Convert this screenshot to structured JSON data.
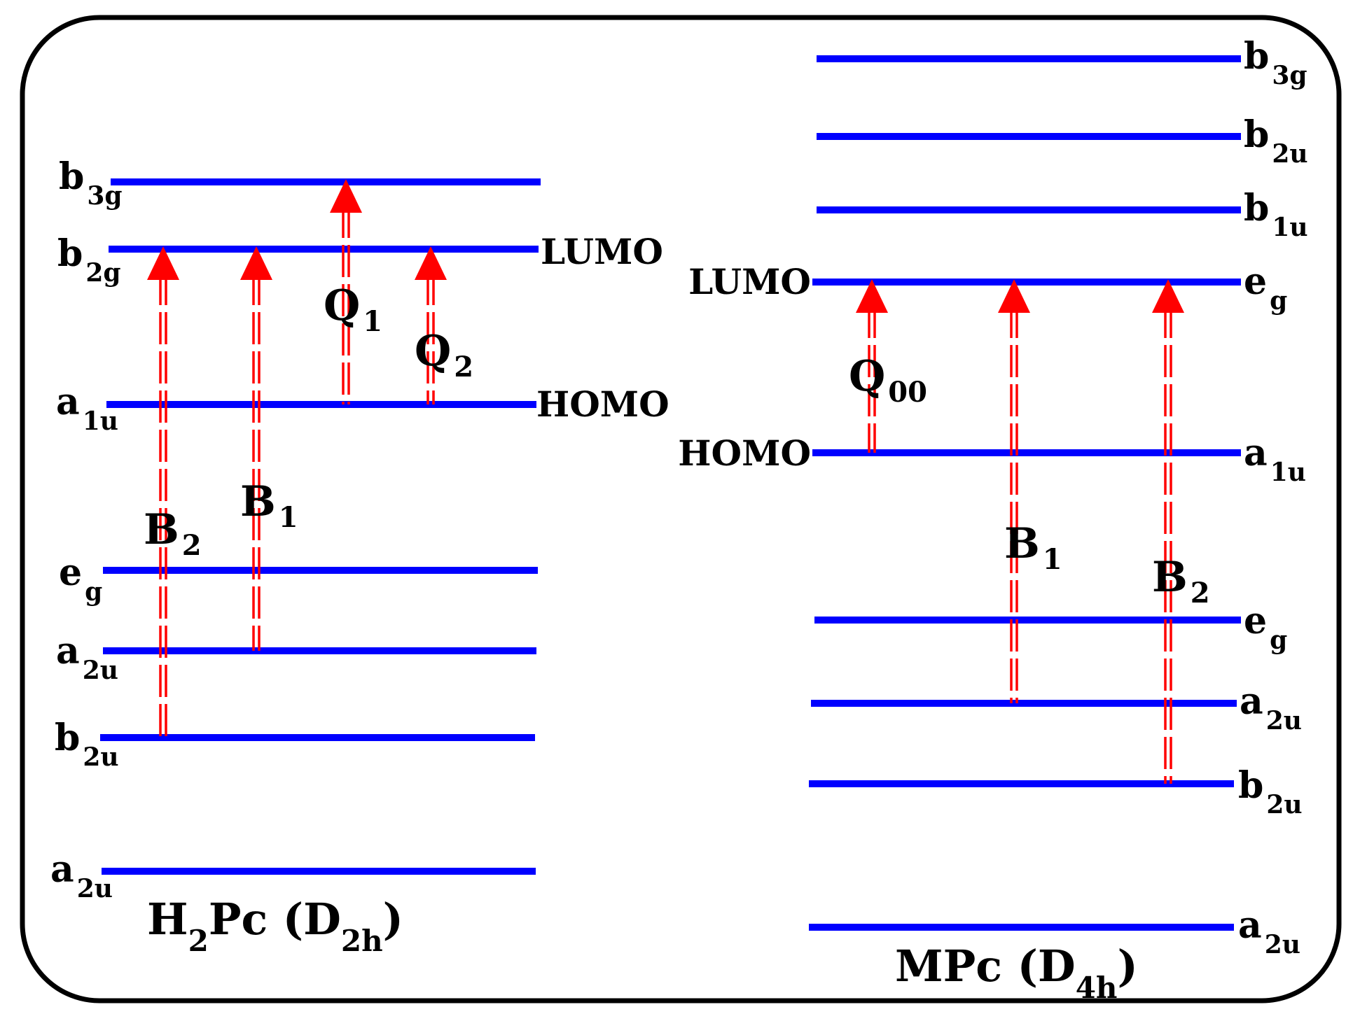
{
  "colors": {
    "level": "#0000ff",
    "arrow": "#ff0000",
    "frame": "#000000"
  },
  "panels": [
    {
      "id": "h2pc",
      "title": {
        "main": "H",
        "sub": "2",
        "rest": "Pc (D",
        "sub2": "2h",
        "end": ")"
      },
      "levels": [
        {
          "main": "b",
          "sub": "3g"
        },
        {
          "main": "b",
          "sub": "2g",
          "tag": "LUMO"
        },
        {
          "main": "a",
          "sub": "1u",
          "tag": "HOMO"
        },
        {
          "main": "e",
          "sub": "g"
        },
        {
          "main": "a",
          "sub": "2u"
        },
        {
          "main": "b",
          "sub": "2u"
        },
        {
          "main": "a",
          "sub": "2u"
        }
      ],
      "transitions": [
        {
          "main": "B",
          "sub": "2"
        },
        {
          "main": "B",
          "sub": "1"
        },
        {
          "main": "Q",
          "sub": "1"
        },
        {
          "main": "Q",
          "sub": "2"
        }
      ]
    },
    {
      "id": "mpc",
      "title": {
        "main": "MPc (D",
        "sub": "4h",
        "end": ")"
      },
      "levels": [
        {
          "main": "b",
          "sub": "3g"
        },
        {
          "main": "b",
          "sub": "2u"
        },
        {
          "main": "b",
          "sub": "1u"
        },
        {
          "main": "e",
          "sub": "g",
          "tag": "LUMO"
        },
        {
          "main": "a",
          "sub": "1u",
          "tag": "HOMO"
        },
        {
          "main": "e",
          "sub": "g"
        },
        {
          "main": "a",
          "sub": "2u"
        },
        {
          "main": "b",
          "sub": "2u"
        },
        {
          "main": "a",
          "sub": "2u"
        }
      ],
      "transitions": [
        {
          "main": "Q",
          "sub": "00"
        },
        {
          "main": "B",
          "sub": "1"
        },
        {
          "main": "B",
          "sub": "2"
        }
      ]
    }
  ]
}
